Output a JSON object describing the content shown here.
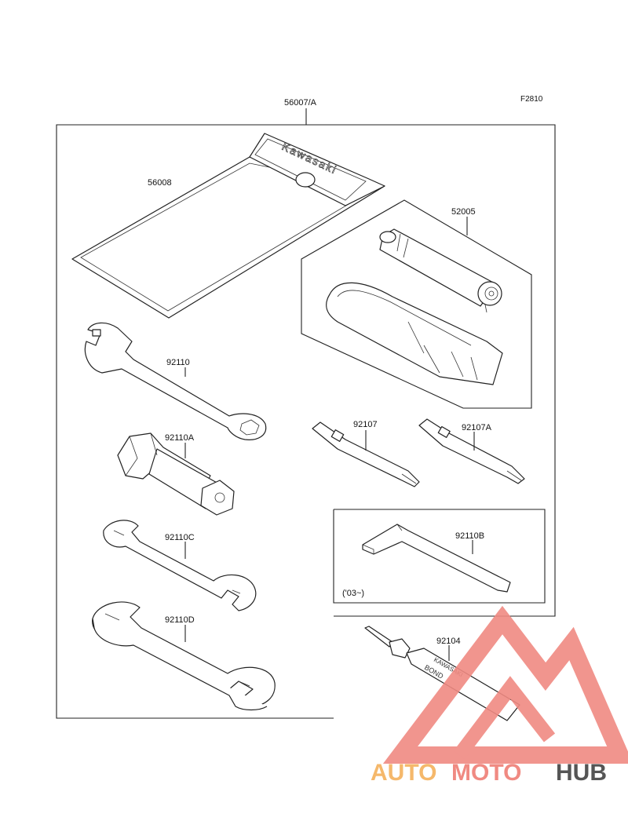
{
  "diagram": {
    "reference_code": "F2810",
    "kit_part_number": "56007/A",
    "parts": {
      "bag": "56008",
      "pump": "52005",
      "spanner": "92110",
      "socket": "92110A",
      "wrench_small": "92110C",
      "wrench_large": "92110D",
      "screwdriver": "92107",
      "screwdriver_alt": "92107A",
      "hex_key": "92110B",
      "bond": "92104"
    },
    "hex_key_note": "('03~)",
    "bag_brand_text": "Kawasaki",
    "bond_tube_text": [
      "KAWASAKI",
      "BOND"
    ]
  },
  "watermark": {
    "word_part1": "AUTO",
    "word_part2": "MOTO",
    "word_part3": "HUB",
    "color_primary": "#f08a82",
    "color_secondary": "#f5b86b",
    "color_dark": "#555555"
  }
}
